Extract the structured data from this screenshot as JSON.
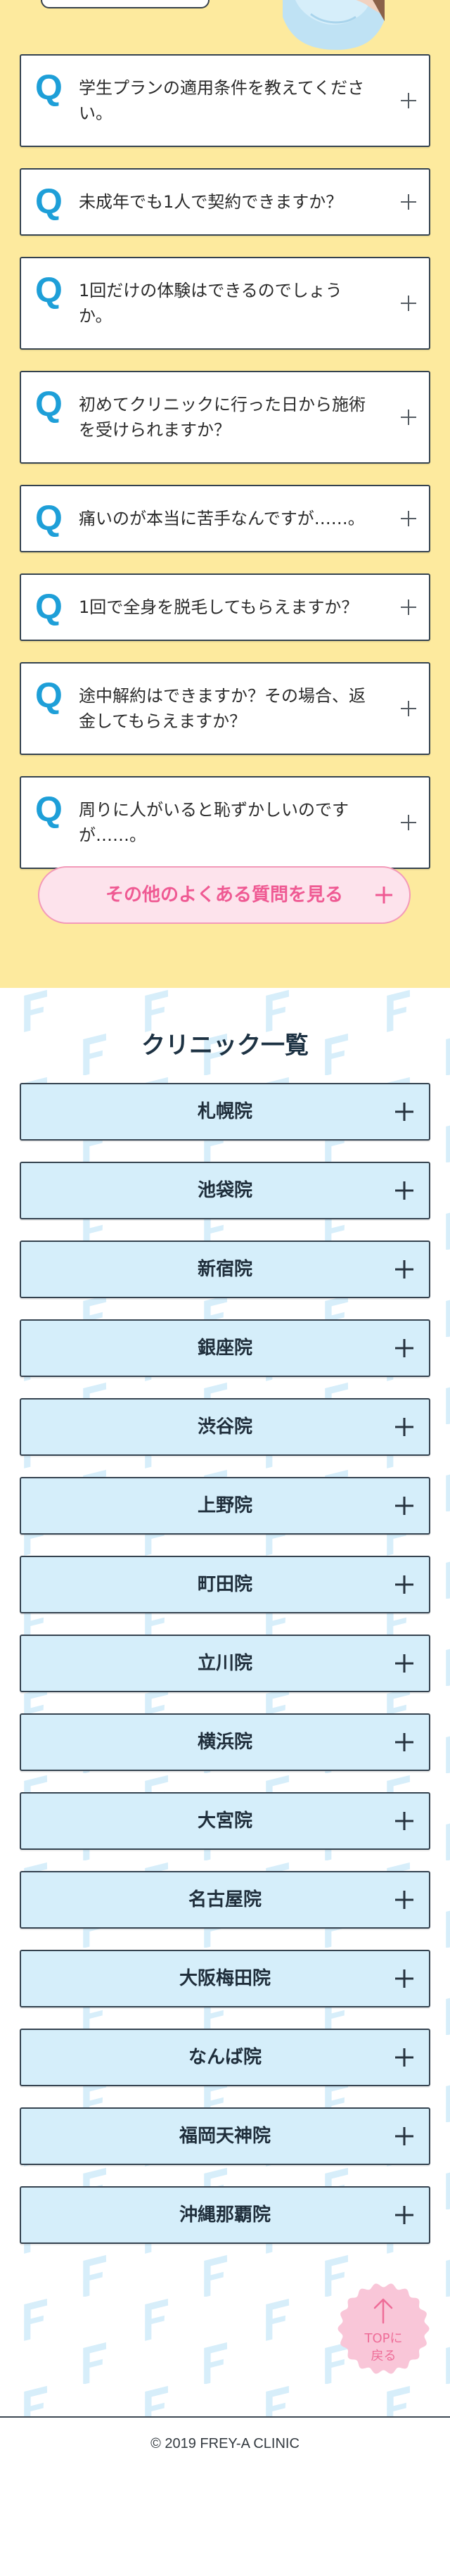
{
  "faq": {
    "q_mark": "Q",
    "items": [
      "学生プランの適用条件を教えてください。",
      "未成年でも1人で契約できますか？",
      "1回だけの体験はできるのでしょうか。",
      "初めてクリニックに行った日から施術を受けられますか？",
      "痛いのが本当に苦手なんですが……。",
      "1回で全身を脱毛してもらえますか？",
      "途中解約はできますか？その場合、返金してもらえますか？",
      "周りに人がいると恥ずかしいのですが……。"
    ],
    "more_button_label": "その他のよくある質問を見る"
  },
  "clinics": {
    "title": "クリニック一覧",
    "items": [
      "札幌院",
      "池袋院",
      "新宿院",
      "銀座院",
      "渋谷院",
      "上野院",
      "町田院",
      "立川院",
      "横浜院",
      "大宮院",
      "名古屋院",
      "大阪梅田院",
      "なんば院",
      "福岡天神院",
      "沖縄那覇院"
    ]
  },
  "back_to_top": {
    "line1": "TOPに",
    "line2": "戻る"
  },
  "footer": {
    "copyright": "© 2019 FREY-A CLINIC"
  },
  "icons": {
    "faq_toggle": "plus-icon",
    "more_button": "plus-icon",
    "clinic_toggle": "plus-icon",
    "back_to_top": "arrow-up-icon",
    "background_pattern": "f-logo-pattern"
  },
  "colors": {
    "faq_background": "#fdea9e",
    "q_mark": "#1e9fd8",
    "item_border": "#34424f",
    "more_button_bg": "#fde3ec",
    "more_button_border": "#f39ab9",
    "more_button_text": "#ef5a93",
    "clinic_item_bg": "#d5eefa",
    "pattern": "#d7eefa",
    "back_to_top_bg": "#f9c6d8",
    "back_to_top_text": "#ee6d98"
  }
}
